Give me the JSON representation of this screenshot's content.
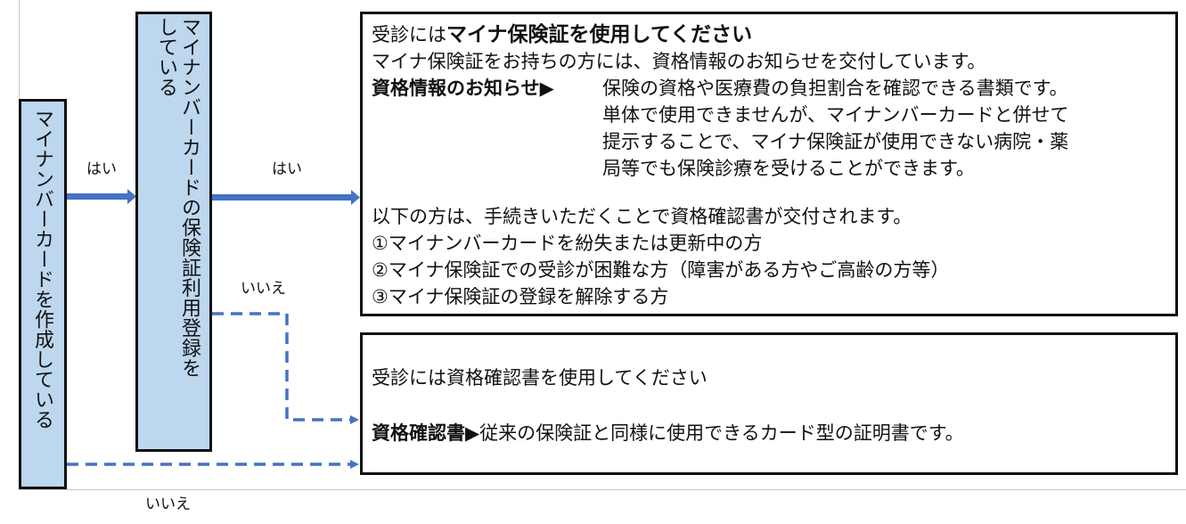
{
  "colors": {
    "box_fill": "#bdd7ee",
    "arrow": "#4472c4",
    "border": "#111111"
  },
  "boxes": {
    "card": {
      "text": "マイナンバーカードを作成している"
    },
    "registration": {
      "text": "マイナンバーカードの保険証利用登録を\nしている"
    },
    "top": {
      "line1_prefix": "受診には",
      "line1_bold": "マイナ保険証を使用してください",
      "line2": "マイナ保険証をお持ちの方には、資格情報のお知らせを交付しています。",
      "notice_label": "資格情報のお知らせ▶",
      "notice_lines": [
        "保険の資格や医療費の負担割合を確認できる書類です。",
        "単体で使用できませんが、マイナンバーカードと併せて",
        "提示することで、マイナ保険証が使用できない病院・薬",
        "局等でも保険診療を受けることができます。"
      ],
      "intro": "以下の方は、手続きいただくことで資格確認書が交付されます。",
      "list": [
        "①マイナンバーカードを紛失または更新中の方",
        "②マイナ保険証での受診が困難な方（障害がある方やご高齢の方等）",
        "③マイナ保険証の登録を解除する方"
      ]
    },
    "bottom": {
      "line1": "受診には資格確認書を使用してください",
      "cert_label": "資格確認書▶",
      "cert_desc": "従来の保険証と同様に使用できるカード型の証明書です。"
    }
  },
  "labels": {
    "yes1": "はい",
    "yes2": "はい",
    "no1": "いいえ",
    "no2": "いいえ"
  }
}
